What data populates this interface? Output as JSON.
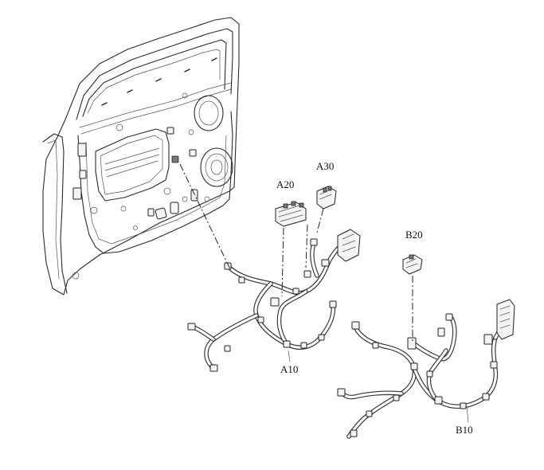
{
  "labels": {
    "a10": "A10",
    "a20": "A20",
    "a30": "A30",
    "b10": "B10",
    "b20": "B20"
  },
  "colors": {
    "line": "#2a2a2a",
    "background": "#ffffff"
  }
}
